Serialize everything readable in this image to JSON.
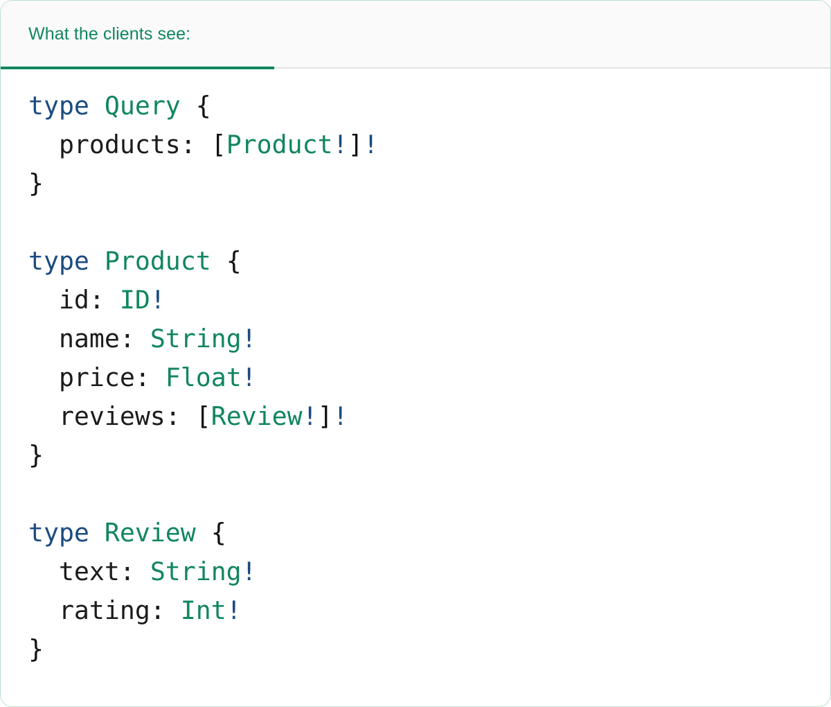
{
  "card": {
    "border_color": "#b9dfcd",
    "background": "#ffffff"
  },
  "header": {
    "tab_label": "What the clients see:",
    "tab_active": true,
    "accent_color": "#10865f",
    "background": "#fafafa",
    "divider_color": "#e3e3e3"
  },
  "syntax_colors": {
    "keyword": "#1b4b80",
    "type_name": "#10865f",
    "field_name": "#1b1b1b",
    "punctuation": "#111111",
    "non_null_bang": "#1b4b80"
  },
  "code": {
    "language": "graphql",
    "raw": "type Query {\n  products: [Product!]!\n}\n\ntype Product {\n  id: ID!\n  name: String!\n  price: Float!\n  reviews: [Review!]!\n}\n\ntype Review {\n  text: String!\n  rating: Int!\n}",
    "lines": [
      {
        "id": "l1",
        "text": "type Query {"
      },
      {
        "id": "l2",
        "text": "  products: [Product!]!"
      },
      {
        "id": "l3",
        "text": "}"
      },
      {
        "id": "l4",
        "text": ""
      },
      {
        "id": "l5",
        "text": "type Product {"
      },
      {
        "id": "l6",
        "text": "  id: ID!"
      },
      {
        "id": "l7",
        "text": "  name: String!"
      },
      {
        "id": "l8",
        "text": "  price: Float!"
      },
      {
        "id": "l9",
        "text": "  reviews: [Review!]!"
      },
      {
        "id": "l10",
        "text": "}"
      },
      {
        "id": "l11",
        "text": ""
      },
      {
        "id": "l12",
        "text": "type Review {"
      },
      {
        "id": "l13",
        "text": "  text: String!"
      },
      {
        "id": "l14",
        "text": "  rating: Int!"
      },
      {
        "id": "l15",
        "text": "}"
      }
    ],
    "tokens": {
      "l1": [
        {
          "t": "type",
          "c": "kw"
        },
        {
          "t": " ",
          "c": "plain"
        },
        {
          "t": "Query",
          "c": "type"
        },
        {
          "t": " ",
          "c": "plain"
        },
        {
          "t": "{",
          "c": "punct"
        }
      ],
      "l2": [
        {
          "t": "  ",
          "c": "plain"
        },
        {
          "t": "products:",
          "c": "field"
        },
        {
          "t": " ",
          "c": "plain"
        },
        {
          "t": "[",
          "c": "punct"
        },
        {
          "t": "Product",
          "c": "type"
        },
        {
          "t": "!",
          "c": "bang"
        },
        {
          "t": "]",
          "c": "punct"
        },
        {
          "t": "!",
          "c": "bang"
        }
      ],
      "l3": [
        {
          "t": "}",
          "c": "punct"
        }
      ],
      "l4": [],
      "l5": [
        {
          "t": "type",
          "c": "kw"
        },
        {
          "t": " ",
          "c": "plain"
        },
        {
          "t": "Product",
          "c": "type"
        },
        {
          "t": " ",
          "c": "plain"
        },
        {
          "t": "{",
          "c": "punct"
        }
      ],
      "l6": [
        {
          "t": "  ",
          "c": "plain"
        },
        {
          "t": "id:",
          "c": "field"
        },
        {
          "t": " ",
          "c": "plain"
        },
        {
          "t": "ID",
          "c": "type"
        },
        {
          "t": "!",
          "c": "bang"
        }
      ],
      "l7": [
        {
          "t": "  ",
          "c": "plain"
        },
        {
          "t": "name:",
          "c": "field"
        },
        {
          "t": " ",
          "c": "plain"
        },
        {
          "t": "String",
          "c": "type"
        },
        {
          "t": "!",
          "c": "bang"
        }
      ],
      "l8": [
        {
          "t": "  ",
          "c": "plain"
        },
        {
          "t": "price:",
          "c": "field"
        },
        {
          "t": " ",
          "c": "plain"
        },
        {
          "t": "Float",
          "c": "type"
        },
        {
          "t": "!",
          "c": "bang"
        }
      ],
      "l9": [
        {
          "t": "  ",
          "c": "plain"
        },
        {
          "t": "reviews:",
          "c": "field"
        },
        {
          "t": " ",
          "c": "plain"
        },
        {
          "t": "[",
          "c": "punct"
        },
        {
          "t": "Review",
          "c": "type"
        },
        {
          "t": "!",
          "c": "bang"
        },
        {
          "t": "]",
          "c": "punct"
        },
        {
          "t": "!",
          "c": "bang"
        }
      ],
      "l10": [
        {
          "t": "}",
          "c": "punct"
        }
      ],
      "l11": [],
      "l12": [
        {
          "t": "type",
          "c": "kw"
        },
        {
          "t": " ",
          "c": "plain"
        },
        {
          "t": "Review",
          "c": "type"
        },
        {
          "t": " ",
          "c": "plain"
        },
        {
          "t": "{",
          "c": "punct"
        }
      ],
      "l13": [
        {
          "t": "  ",
          "c": "plain"
        },
        {
          "t": "text:",
          "c": "field"
        },
        {
          "t": " ",
          "c": "plain"
        },
        {
          "t": "String",
          "c": "type"
        },
        {
          "t": "!",
          "c": "bang"
        }
      ],
      "l14": [
        {
          "t": "  ",
          "c": "plain"
        },
        {
          "t": "rating:",
          "c": "field"
        },
        {
          "t": " ",
          "c": "plain"
        },
        {
          "t": "Int",
          "c": "type"
        },
        {
          "t": "!",
          "c": "bang"
        }
      ],
      "l15": [
        {
          "t": "}",
          "c": "punct"
        }
      ]
    }
  }
}
